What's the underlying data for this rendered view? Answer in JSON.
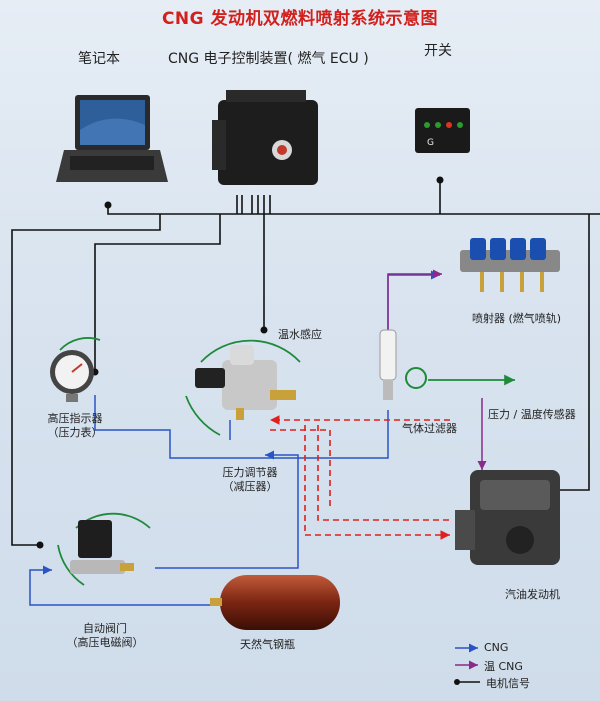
{
  "title": "CNG 发动机双燃料喷射系统示意图",
  "components": {
    "laptop": "笔记本",
    "ecu": "CNG 电子控制装置( 燃气 ECU )",
    "switch": "开关",
    "injector": "喷射器 (燃气喷轨)",
    "water_temp_sensor": "温水感应",
    "gas_filter": "气体过滤器",
    "pressure_temp_sensor": "压力 / 温度传感器",
    "gauge_line1": "高压指示器",
    "gauge_line2": "（压力表）",
    "regulator_line1": "压力调节器",
    "regulator_line2": "（减压器）",
    "engine": "汽油发动机",
    "valve_line1": "自动阀门",
    "valve_line2": "（高压电磁阀）",
    "cylinder": "天然气钢瓶"
  },
  "legend": {
    "cng": "CNG",
    "warm_cng": "温 CNG",
    "signal": "电机信号"
  },
  "colors": {
    "title": "#d2201c",
    "cng_line": "#2a54c6",
    "warm_cng_line": "#8a2a8a",
    "signal_line": "#111111",
    "dashed_red": "#e0201c"
  }
}
